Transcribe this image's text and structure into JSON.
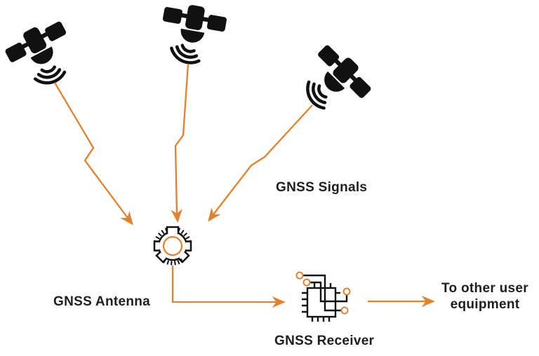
{
  "colors": {
    "accent": "#E2812E",
    "ink": "#1E1E1E",
    "icon_black": "#111111",
    "background": "#FFFFFF"
  },
  "diagram": {
    "labels": {
      "signals": "GNSS Signals",
      "antenna": "GNSS Antenna",
      "receiver": "GNSS Receiver",
      "output": "To other user equipment"
    },
    "nodes": [
      {
        "id": "satellite-1",
        "type": "satellite",
        "icon": "satellite-icon"
      },
      {
        "id": "satellite-2",
        "type": "satellite",
        "icon": "satellite-icon"
      },
      {
        "id": "satellite-3",
        "type": "satellite",
        "icon": "satellite-icon"
      },
      {
        "id": "antenna",
        "type": "antenna",
        "icon": "choke-ring-antenna-icon",
        "label": "GNSS Antenna"
      },
      {
        "id": "receiver",
        "type": "receiver",
        "icon": "chip-circuit-icon",
        "label": "GNSS Receiver"
      },
      {
        "id": "output",
        "type": "text",
        "label": "To other user equipment"
      }
    ],
    "edges": [
      {
        "from": "satellite-1",
        "to": "antenna",
        "style": "lightning-arrow",
        "group_label": "GNSS Signals"
      },
      {
        "from": "satellite-2",
        "to": "antenna",
        "style": "lightning-arrow",
        "group_label": "GNSS Signals"
      },
      {
        "from": "satellite-3",
        "to": "antenna",
        "style": "lightning-arrow",
        "group_label": "GNSS Signals"
      },
      {
        "from": "antenna",
        "to": "receiver",
        "style": "elbow-arrow"
      },
      {
        "from": "receiver",
        "to": "output",
        "style": "straight-arrow"
      }
    ]
  }
}
